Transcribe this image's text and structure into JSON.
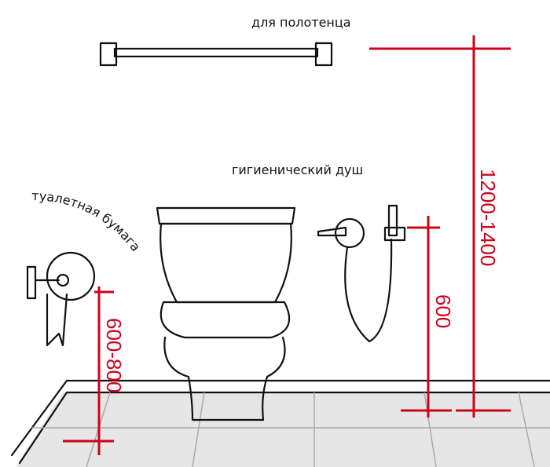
{
  "labels": {
    "towel": "для полотенца",
    "shower": "гигиенический душ",
    "paper": "туалетная бумага"
  },
  "dimensions": {
    "towel_height": "1200-1400",
    "shower_height": "600",
    "paper_height": "600-800"
  },
  "colors": {
    "dimension": "#d0021b",
    "ink": "#111111"
  }
}
